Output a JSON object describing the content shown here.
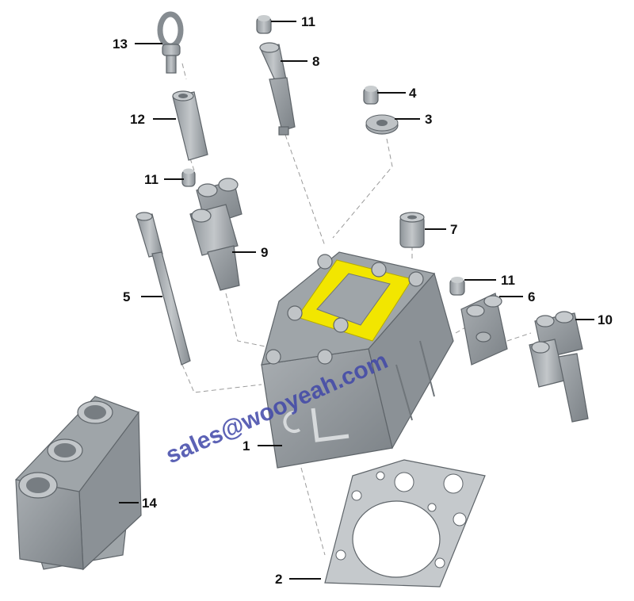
{
  "diagram": {
    "colors": {
      "metal_light": "#b9bec2",
      "metal_mid": "#9ea4a8",
      "metal_dark": "#7f868b",
      "highlight": "#f2e600",
      "watermark": "#3f47a8"
    },
    "watermark_text": "sales@wooyeah.com",
    "callouts": [
      {
        "id": "p1",
        "label": "1"
      },
      {
        "id": "p2",
        "label": "2"
      },
      {
        "id": "p3",
        "label": "3"
      },
      {
        "id": "p4",
        "label": "4"
      },
      {
        "id": "p5",
        "label": "5"
      },
      {
        "id": "p6",
        "label": "6"
      },
      {
        "id": "p7",
        "label": "7"
      },
      {
        "id": "p8",
        "label": "8"
      },
      {
        "id": "p9",
        "label": "9"
      },
      {
        "id": "p10",
        "label": "10"
      },
      {
        "id": "p11a",
        "label": "11"
      },
      {
        "id": "p11b",
        "label": "11"
      },
      {
        "id": "p11c",
        "label": "11"
      },
      {
        "id": "p12",
        "label": "12"
      },
      {
        "id": "p13",
        "label": "13"
      },
      {
        "id": "p14",
        "label": "14"
      }
    ]
  }
}
